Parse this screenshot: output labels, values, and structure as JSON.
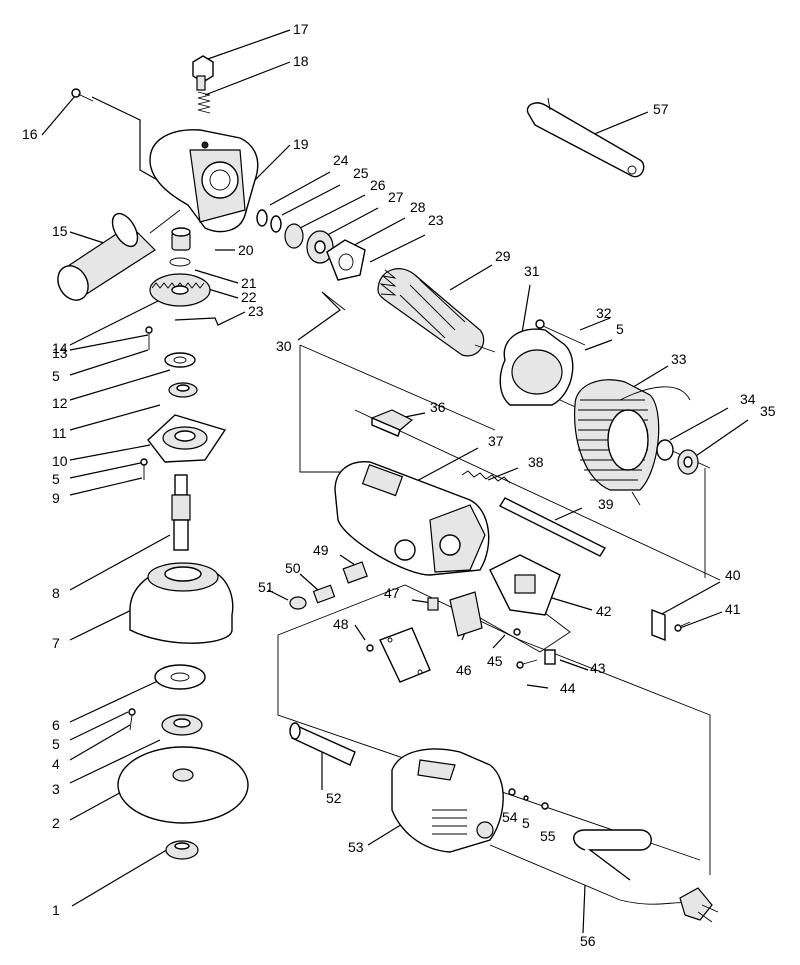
{
  "labels": [
    {
      "id": "1",
      "text": "1"
    },
    {
      "id": "2",
      "text": "2"
    },
    {
      "id": "3",
      "text": "3"
    },
    {
      "id": "4",
      "text": "4"
    },
    {
      "id": "5a",
      "text": "5"
    },
    {
      "id": "6",
      "text": "6"
    },
    {
      "id": "7",
      "text": "7"
    },
    {
      "id": "8",
      "text": "8"
    },
    {
      "id": "9",
      "text": "9"
    },
    {
      "id": "5b",
      "text": "5"
    },
    {
      "id": "10",
      "text": "10"
    },
    {
      "id": "11",
      "text": "11"
    },
    {
      "id": "12",
      "text": "12"
    },
    {
      "id": "5c",
      "text": "5"
    },
    {
      "id": "13",
      "text": "13"
    },
    {
      "id": "14",
      "text": "14"
    },
    {
      "id": "15",
      "text": "15"
    },
    {
      "id": "16",
      "text": "16"
    },
    {
      "id": "17",
      "text": "17"
    },
    {
      "id": "18",
      "text": "18"
    },
    {
      "id": "19",
      "text": "19"
    },
    {
      "id": "20",
      "text": "20"
    },
    {
      "id": "21",
      "text": "21"
    },
    {
      "id": "22",
      "text": "22"
    },
    {
      "id": "23a",
      "text": "23"
    },
    {
      "id": "24",
      "text": "24"
    },
    {
      "id": "25",
      "text": "25"
    },
    {
      "id": "26",
      "text": "26"
    },
    {
      "id": "27",
      "text": "27"
    },
    {
      "id": "28",
      "text": "28"
    },
    {
      "id": "23b",
      "text": "23"
    },
    {
      "id": "29",
      "text": "29"
    },
    {
      "id": "30",
      "text": "30"
    },
    {
      "id": "31",
      "text": "31"
    },
    {
      "id": "32",
      "text": "32"
    },
    {
      "id": "5d",
      "text": "5"
    },
    {
      "id": "33",
      "text": "33"
    },
    {
      "id": "34",
      "text": "34"
    },
    {
      "id": "35",
      "text": "35"
    },
    {
      "id": "36",
      "text": "36"
    },
    {
      "id": "37",
      "text": "37"
    },
    {
      "id": "38",
      "text": "38"
    },
    {
      "id": "39",
      "text": "39"
    },
    {
      "id": "40",
      "text": "40"
    },
    {
      "id": "41",
      "text": "41"
    },
    {
      "id": "42",
      "text": "42"
    },
    {
      "id": "43",
      "text": "43"
    },
    {
      "id": "44",
      "text": "44"
    },
    {
      "id": "45",
      "text": "45"
    },
    {
      "id": "46",
      "text": "46"
    },
    {
      "id": "47",
      "text": "47"
    },
    {
      "id": "48",
      "text": "48"
    },
    {
      "id": "49",
      "text": "49"
    },
    {
      "id": "50",
      "text": "50"
    },
    {
      "id": "51",
      "text": "51"
    },
    {
      "id": "52",
      "text": "52"
    },
    {
      "id": "53",
      "text": "53"
    },
    {
      "id": "54",
      "text": "54"
    },
    {
      "id": "5e",
      "text": "5"
    },
    {
      "id": "55",
      "text": "55"
    },
    {
      "id": "56",
      "text": "56"
    },
    {
      "id": "57",
      "text": "57"
    }
  ]
}
